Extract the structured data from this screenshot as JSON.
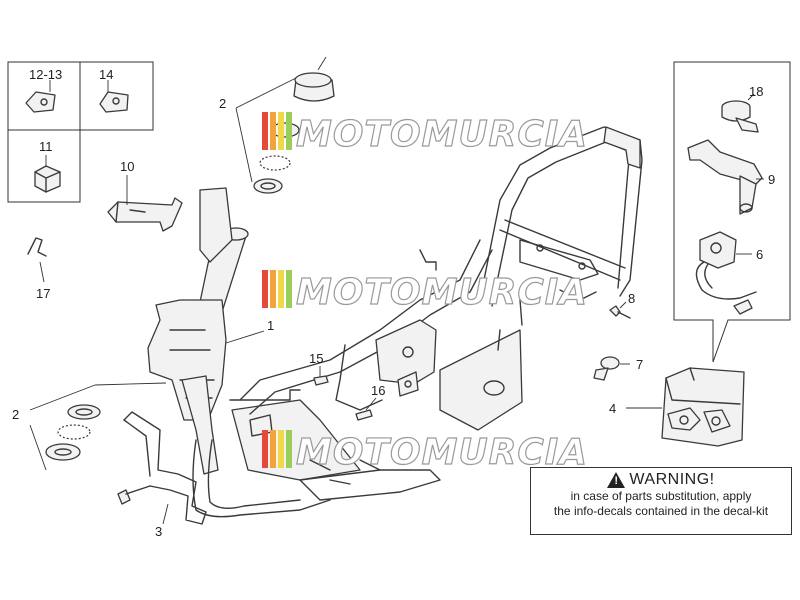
{
  "watermark": "MOTOMURCIA",
  "labels": {
    "l12_13": "12-13",
    "l14": "14",
    "l11": "11",
    "l10": "10",
    "l17": "17",
    "l2a": "2",
    "l2b": "2",
    "l1": "1",
    "l3": "3",
    "l15": "15",
    "l16": "16",
    "l18": "18",
    "l9": "9",
    "l6": "6",
    "l8": "8",
    "l7": "7",
    "l4": "4"
  },
  "warning": {
    "title": "WARNING!",
    "line1": "in case of parts substitution, apply",
    "line2": "the info-decals contained in the decal-kit"
  },
  "colors": {
    "watermark_bar_1": "#e5493a",
    "watermark_bar_2": "#f2a33a",
    "watermark_bar_3": "#f0d84a",
    "watermark_bar_4": "#9ccc5a"
  }
}
